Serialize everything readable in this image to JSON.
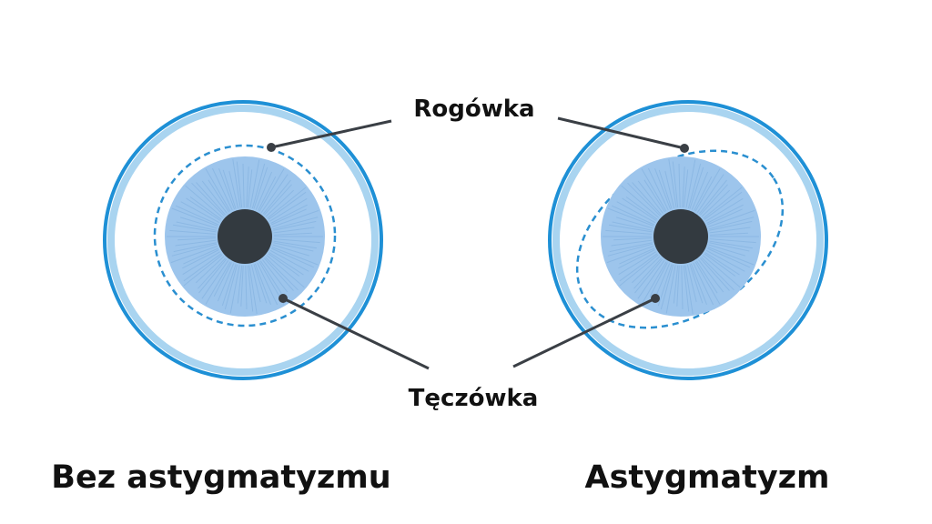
{
  "labels": {
    "cornea": "Rogówka",
    "iris": "Tęczówka"
  },
  "captions": {
    "left": "Bez astygmatyzmu",
    "right": "Astygmatyzm"
  },
  "colors": {
    "outer_ring": "#1E90D6",
    "outer_ring_inner": "#A9D4F0",
    "dashed_cornea": "#2A8FD0",
    "iris_fill": "#9DC5EC",
    "iris_fiber": "#7FAEDD",
    "pupil": "#333A40",
    "leader_line": "#3A3F45",
    "text": "#111111"
  },
  "icons": {
    "left_eye": "normal-eye-icon",
    "right_eye": "astigmatic-eye-icon"
  }
}
